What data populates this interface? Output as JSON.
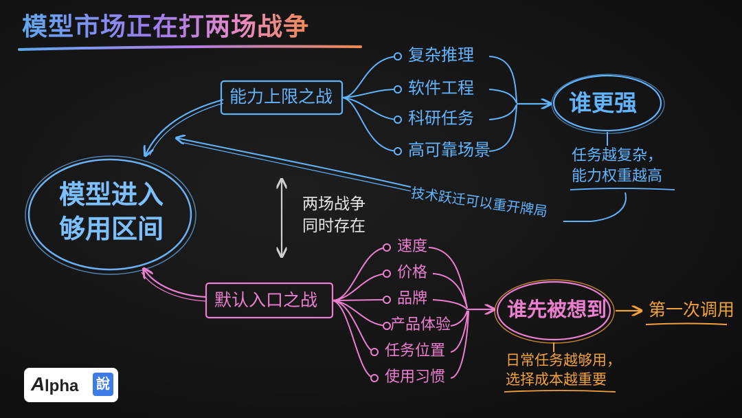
{
  "title": "模型市场正在打两场战争",
  "center_node": {
    "line1": "模型进入",
    "line2": "够用区间"
  },
  "capability_war": {
    "label": "能力上限之战",
    "items": [
      "复杂推理",
      "软件工程",
      "科研任务",
      "高可靠场景"
    ],
    "outcome": "谁更强",
    "note": [
      "任务越复杂，",
      "能力权重越高"
    ],
    "return_note": "技术跃迁可以重开牌局"
  },
  "middle_note": [
    "两场战争",
    "同时存在"
  ],
  "default_entry_war": {
    "label": "默认入口之战",
    "items": [
      "速度",
      "价格",
      "品牌",
      "产品体验",
      "任务位置",
      "使用习惯"
    ],
    "outcome": "谁先被想到",
    "next": "第一次调用",
    "note": [
      "日常任务越够用，",
      "选择成本越重要"
    ]
  },
  "logo": {
    "a": "A",
    "text": "lpha",
    "badge": "說"
  },
  "colors": {
    "blue": "#62b4ff",
    "pink": "#ec7fd0",
    "orange": "#f2a23c",
    "background": "#141414"
  }
}
